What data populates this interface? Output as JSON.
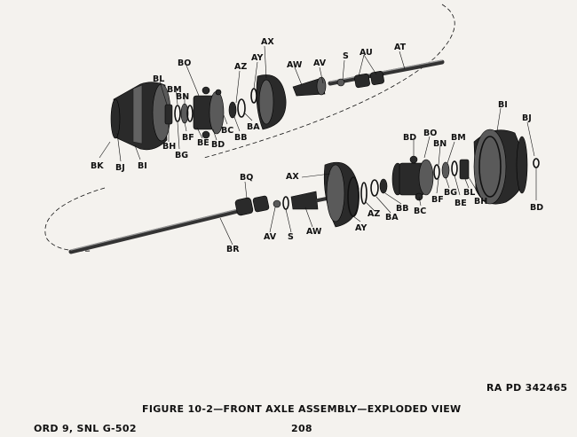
{
  "figure": {
    "reference": "RA PD 342465",
    "caption": "FIGURE 10-2—FRONT AXLE ASSEMBLY—EXPLODED VIEW",
    "ordnance_ref": "ORD 9, SNL G-502",
    "page_number": "208"
  },
  "labels": {
    "upper": [
      "AX",
      "AZ",
      "AY",
      "BO",
      "BL",
      "BM",
      "BN",
      "AW",
      "AV",
      "S",
      "AU",
      "AT",
      "BK",
      "BJ",
      "BI",
      "BH",
      "BG",
      "BF",
      "BE",
      "BD",
      "BC",
      "BB",
      "BA"
    ],
    "lower": [
      "BI",
      "BJ",
      "BD",
      "BO",
      "BN",
      "BM",
      "BQ",
      "AX",
      "BF",
      "BG",
      "BE",
      "BL",
      "BH",
      "BD",
      "BC",
      "BB",
      "BA",
      "AZ",
      "AY",
      "AW",
      "S",
      "AV",
      "BR"
    ]
  }
}
